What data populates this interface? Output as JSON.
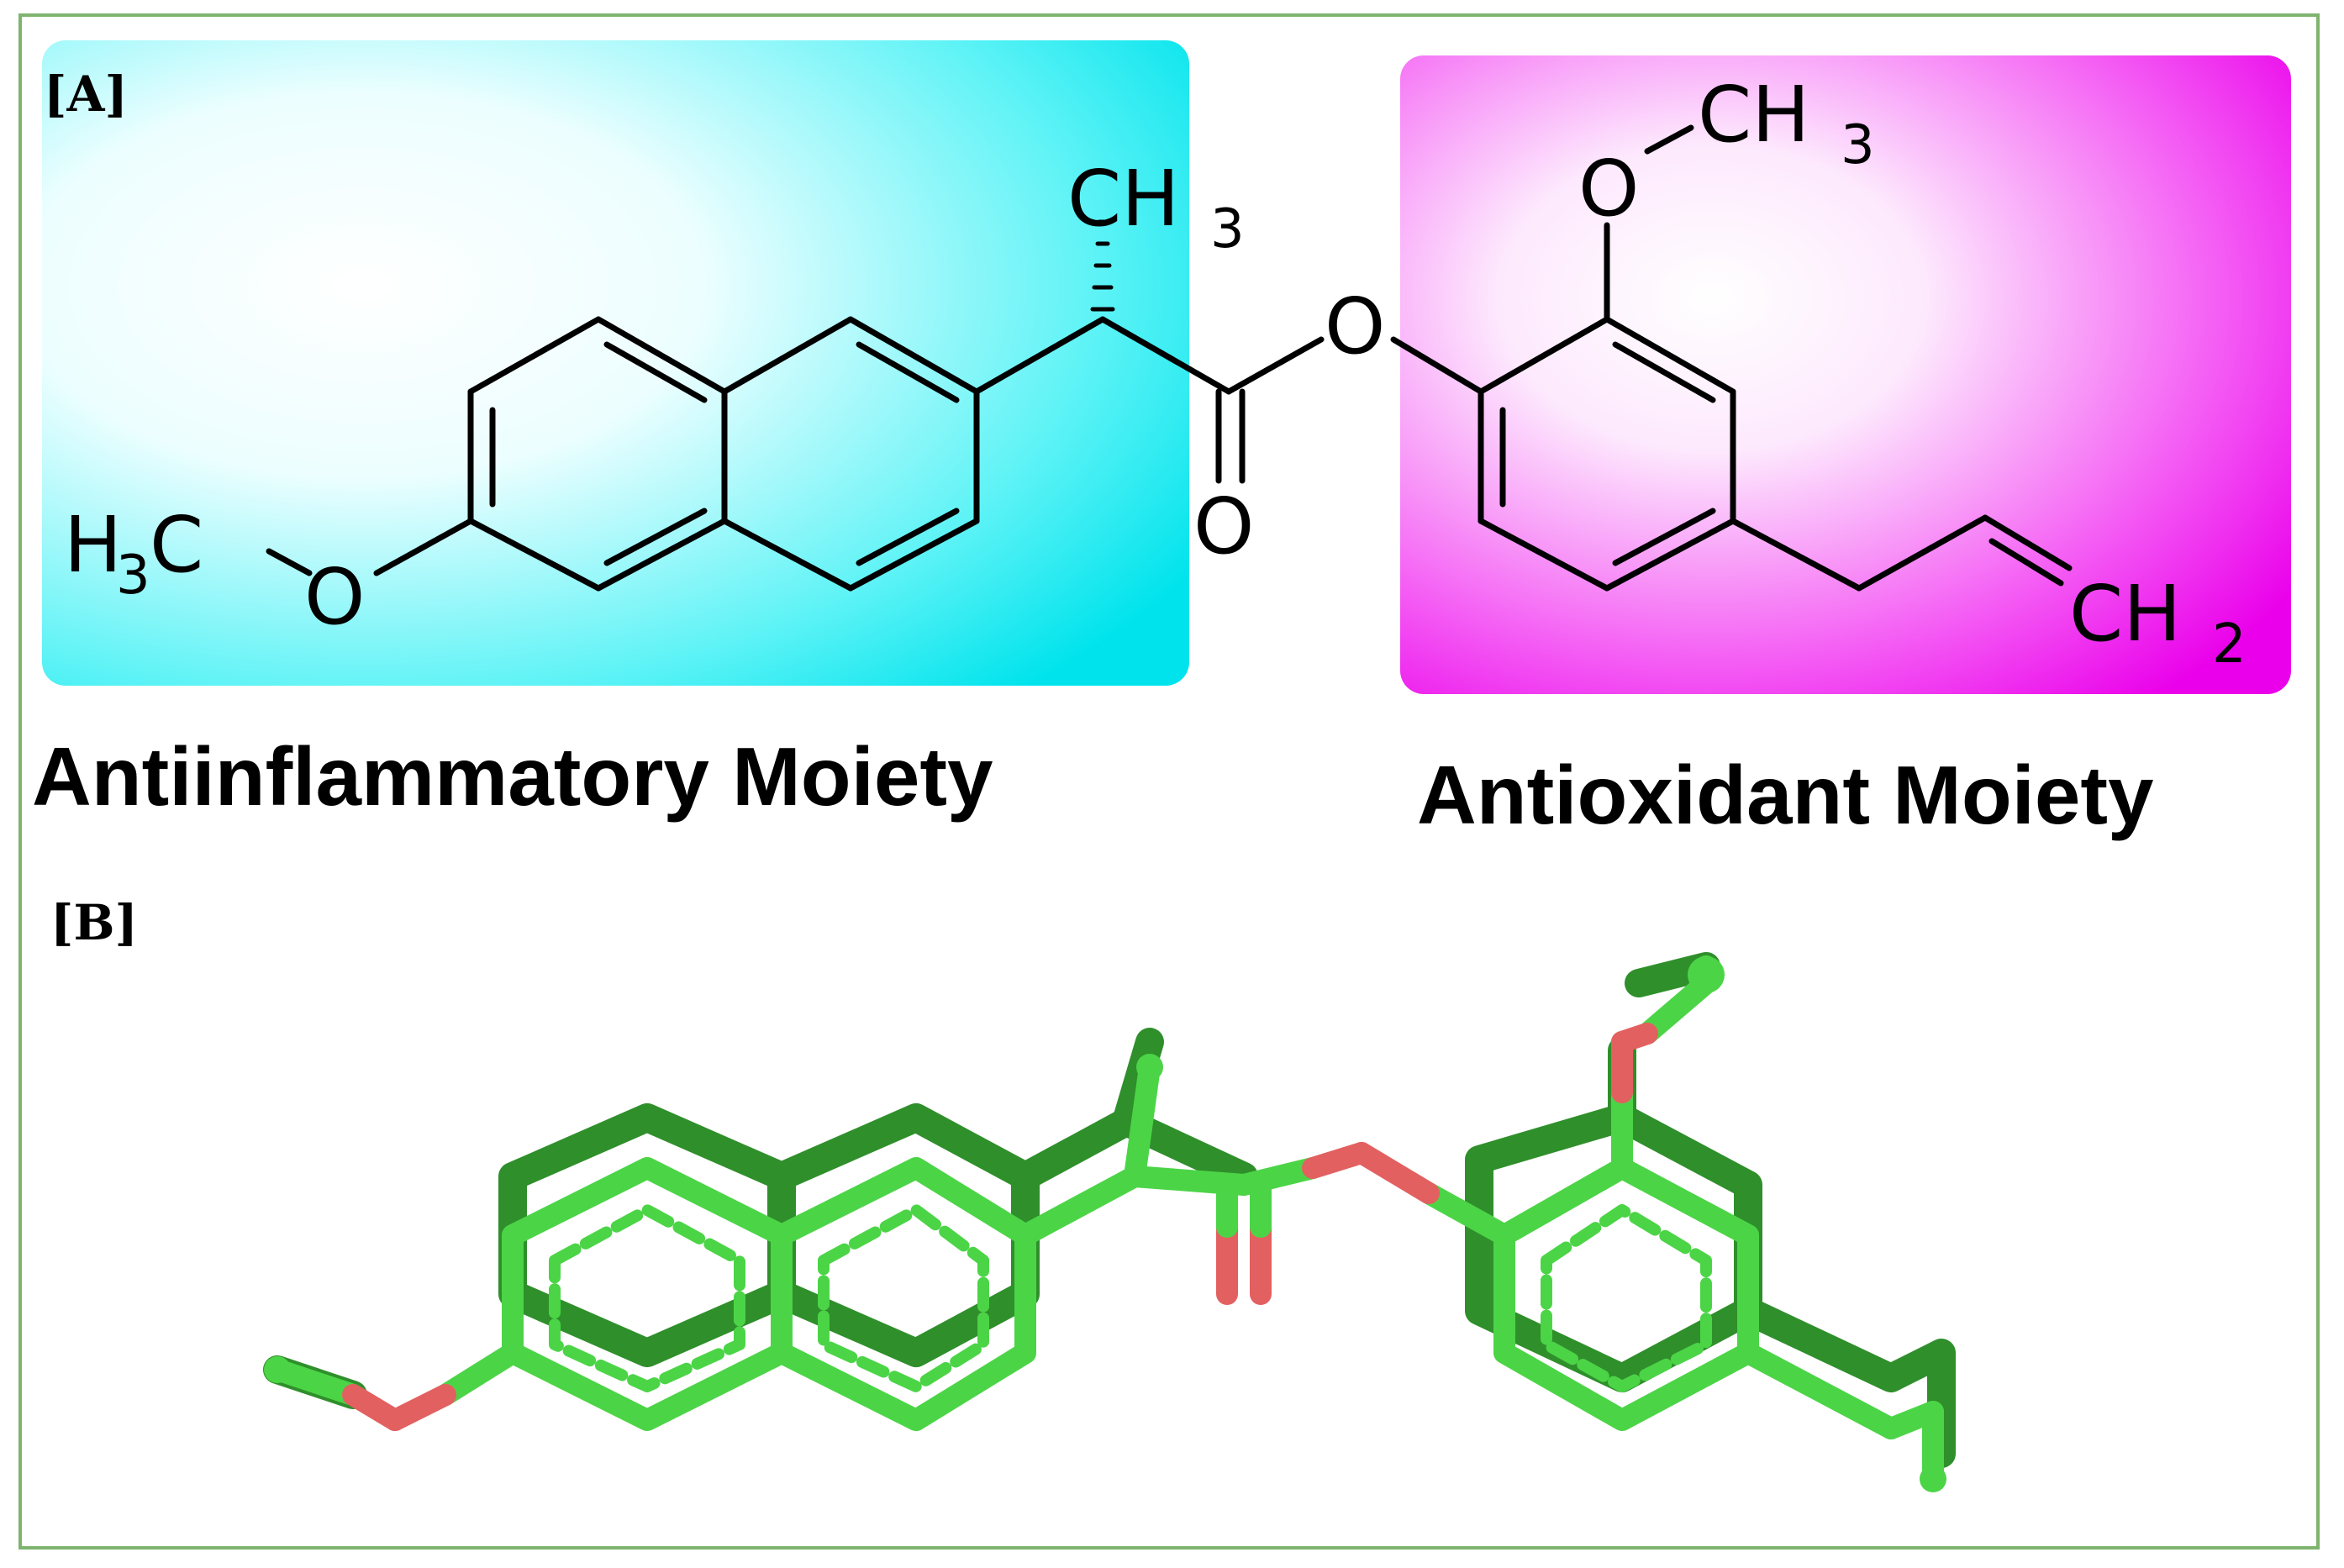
{
  "panels": {
    "a_label": "[A]",
    "b_label": "[B]"
  },
  "moieties": {
    "left": "Antiinflammatory Moiety",
    "right": "Antioxidant Moiety"
  },
  "atoms": {
    "h3c_left": "H",
    "h3c_left_sub": "3",
    "h3c_left_c": "C",
    "o_left": "O",
    "ch3_top": "CH",
    "ch3_top_sub": "3",
    "o_ester": "O",
    "o_carbonyl": "O",
    "o_methoxy_right": "O",
    "ch3_right": "CH",
    "ch3_right_sub": "3",
    "ch2": "CH",
    "ch2_sub": "2"
  },
  "colors": {
    "frame": "#7fb46e",
    "antiinflammatory_box": "#00e5ee",
    "antioxidant_box": "#ee00ee",
    "carbon": "#4cd447",
    "oxygen": "#e36060"
  }
}
